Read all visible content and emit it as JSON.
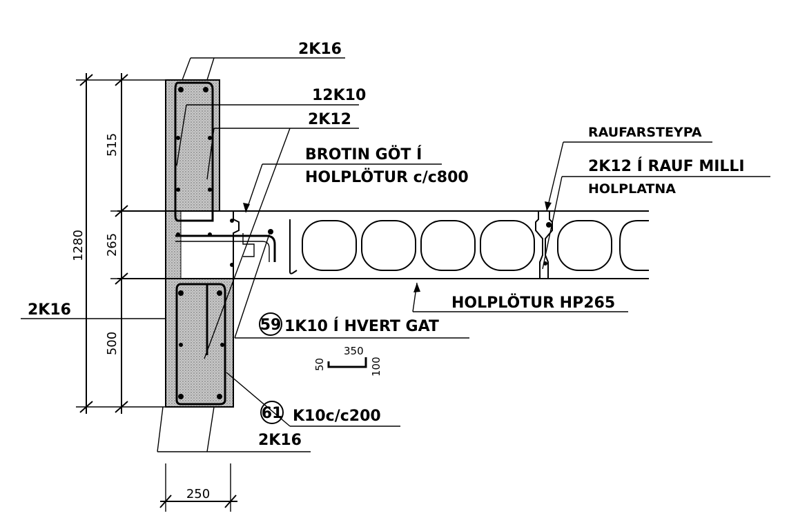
{
  "labels": {
    "top_2k16": "2K16",
    "k12k10": "12K10",
    "k2k12": "2K12",
    "brotin_1": "BROTIN GÖT Í",
    "brotin_2": "HOLPLÖTUR c/c800",
    "raufarsteypa": "RAUFARSTEYPA",
    "rauf_1": "2K12 Í RAUF MILLI",
    "rauf_2": "HOLPLATNA",
    "holplotur": "HOLPLÖTUR HP265",
    "left_2k16": "2K16",
    "hvert_gat": "1K10 Í HVERT GAT",
    "k10cc200": "K10c/c200",
    "bottom_2k16": "2K16"
  },
  "markers": {
    "m59": "59",
    "m61": "61"
  },
  "dimensions": {
    "d1280": "1280",
    "d515": "515",
    "d265": "265",
    "d500": "500",
    "d250": "250",
    "bend_350": "350",
    "bend_50": "50",
    "bend_100": "100"
  }
}
